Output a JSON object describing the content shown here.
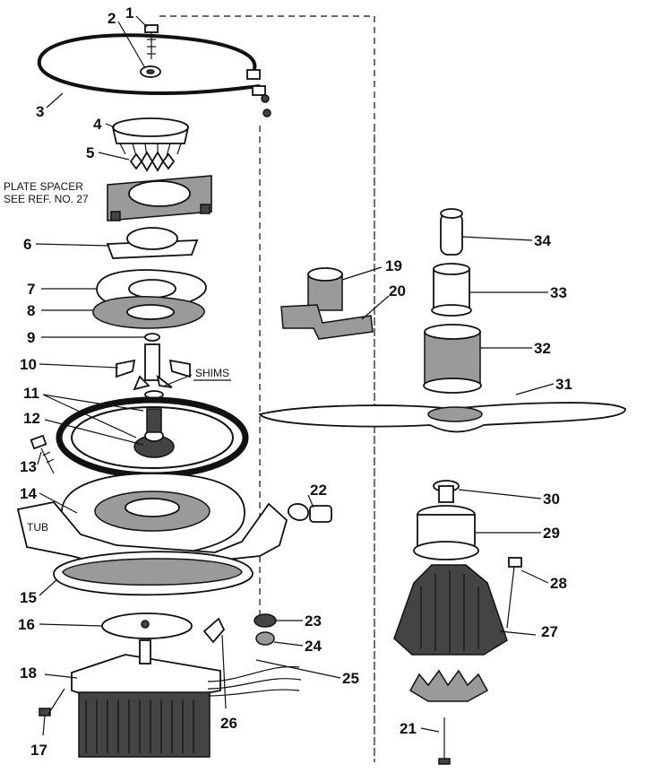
{
  "callouts": [
    "1",
    "2",
    "3",
    "4",
    "5",
    "6",
    "7",
    "8",
    "9",
    "10",
    "11",
    "12",
    "13",
    "14",
    "15",
    "16",
    "17",
    "18",
    "19",
    "20",
    "21",
    "22",
    "23",
    "24",
    "25",
    "26",
    "27",
    "28",
    "29",
    "30",
    "31",
    "32",
    "33",
    "34"
  ],
  "notes": {
    "plate_spacer_line1": "PLATE SPACER",
    "plate_spacer_line2": "SEE REF. NO. 27",
    "shims": "SHIMS",
    "tub": "TUB"
  }
}
